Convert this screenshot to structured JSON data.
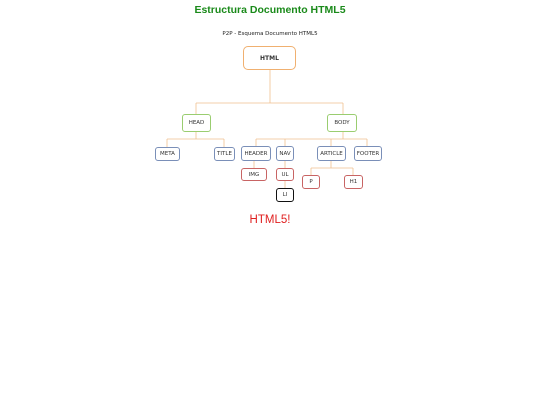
{
  "page": {
    "title": "Estructura Documento HTML5",
    "title_color": "#1a8a1a"
  },
  "diagram": {
    "title": "P2P - Esquema Documento HTML5",
    "nodes": {
      "html": "HTML",
      "head": "HEAD",
      "body": "BODY",
      "meta": "META",
      "title": "TITLE",
      "header": "HEADER",
      "nav": "NAV",
      "article": "ARTICLE",
      "footer": "FOOTER",
      "img": "IMG",
      "ul": "UL",
      "li": "LI",
      "p": "P",
      "h1": "H1"
    },
    "colors": {
      "root_border": "#f0b070",
      "head_body_border": "#9acd70",
      "level2_border": "#7a8fb8",
      "leaf_border": "#c86464",
      "li_border": "#111111",
      "connector": "#f0c090"
    }
  },
  "footer": {
    "text": "HTML5!",
    "color": "#e02020"
  }
}
